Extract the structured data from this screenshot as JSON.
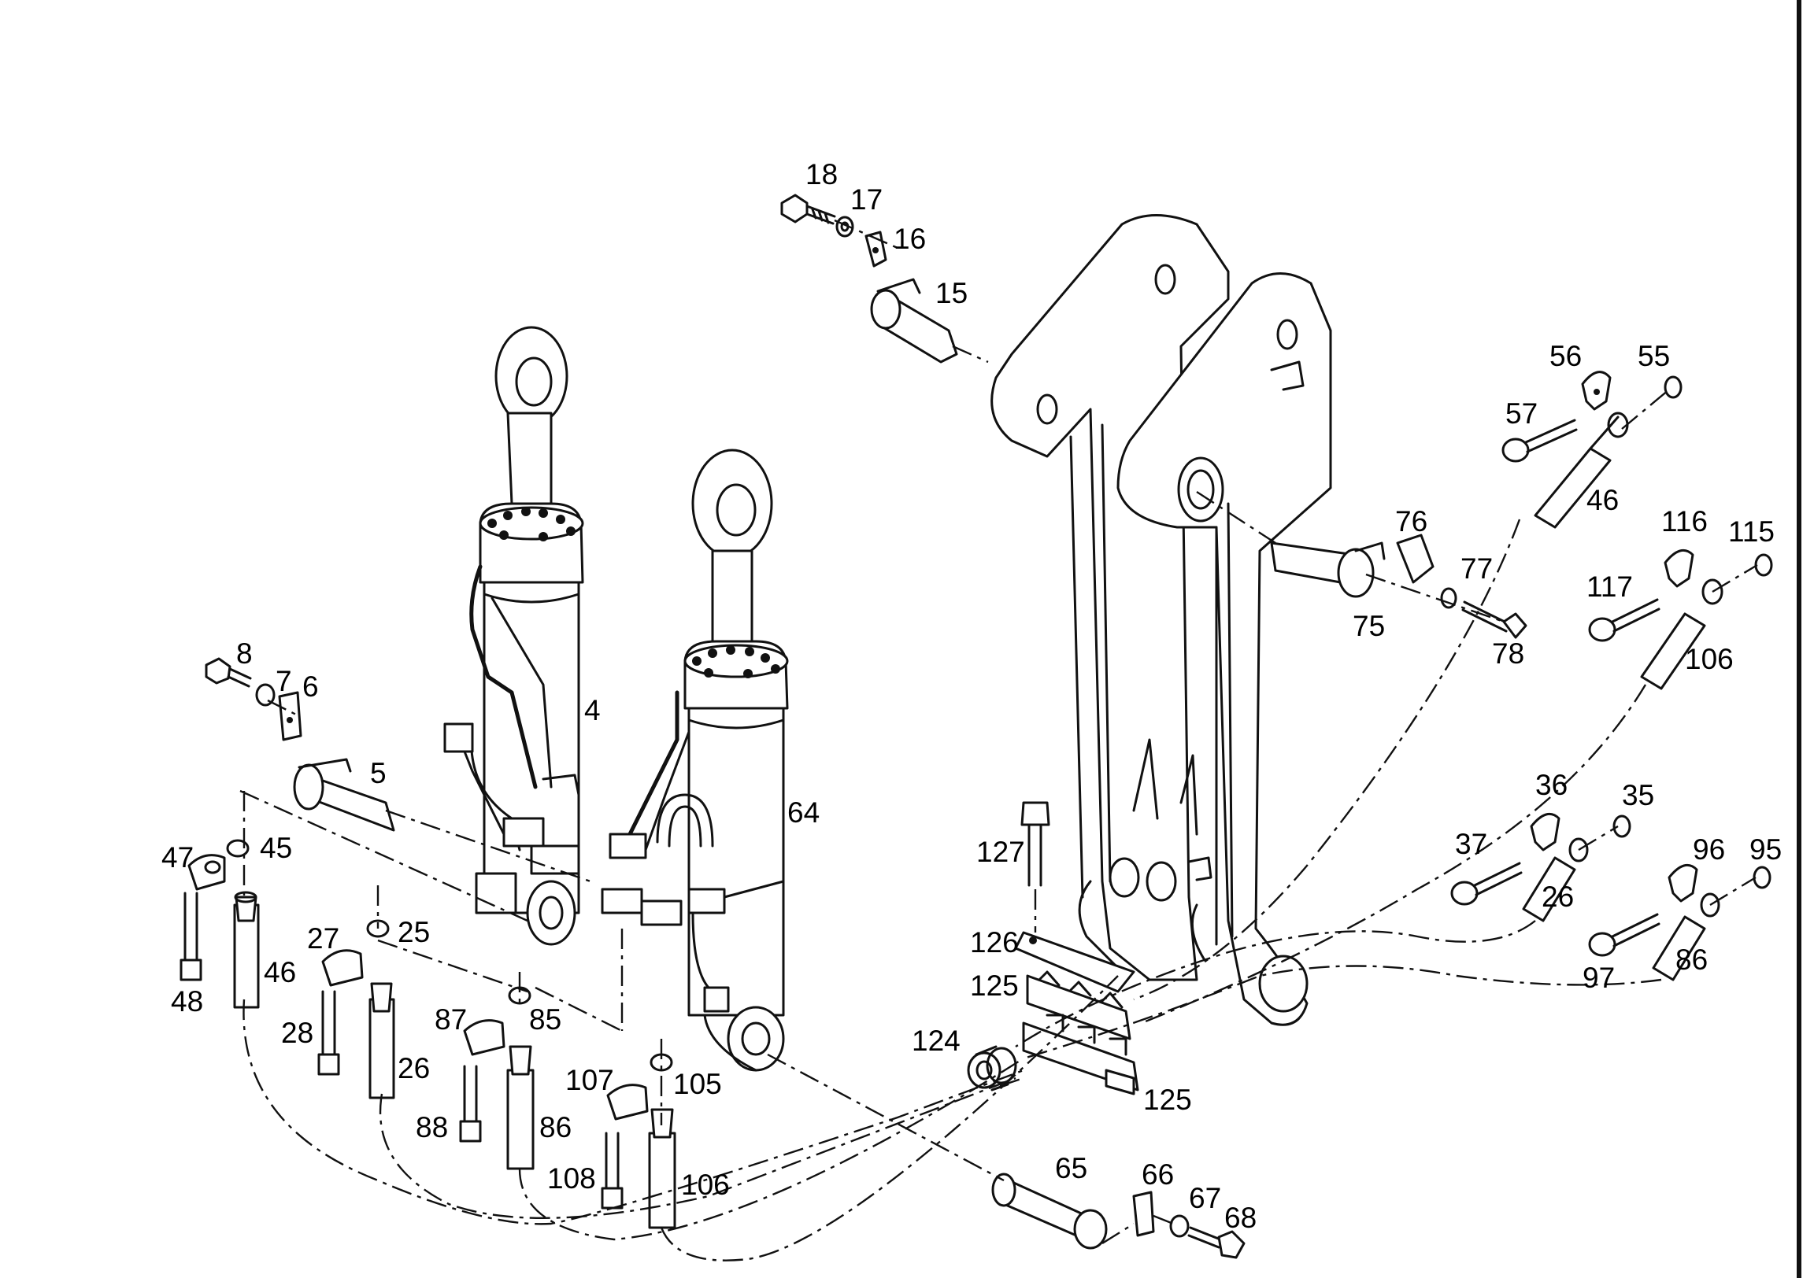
{
  "border_color": "#111111",
  "background_color": "#ffffff",
  "callouts": [
    {
      "id": "c18",
      "text": "18"
    },
    {
      "id": "c17",
      "text": "17"
    },
    {
      "id": "c16",
      "text": "16"
    },
    {
      "id": "c15",
      "text": "15"
    },
    {
      "id": "c56",
      "text": "56"
    },
    {
      "id": "c55",
      "text": "55"
    },
    {
      "id": "c57",
      "text": "57"
    },
    {
      "id": "c46a",
      "text": "46"
    },
    {
      "id": "c76",
      "text": "76"
    },
    {
      "id": "c77",
      "text": "77"
    },
    {
      "id": "c116",
      "text": "116"
    },
    {
      "id": "c115",
      "text": "115"
    },
    {
      "id": "c117",
      "text": "117"
    },
    {
      "id": "c75",
      "text": "75"
    },
    {
      "id": "c78",
      "text": "78"
    },
    {
      "id": "c106a",
      "text": "106"
    },
    {
      "id": "c8",
      "text": "8"
    },
    {
      "id": "c7",
      "text": "7"
    },
    {
      "id": "c6",
      "text": "6"
    },
    {
      "id": "c4",
      "text": "4"
    },
    {
      "id": "c5",
      "text": "5"
    },
    {
      "id": "c64",
      "text": "64"
    },
    {
      "id": "c36",
      "text": "36"
    },
    {
      "id": "c35",
      "text": "35"
    },
    {
      "id": "c37",
      "text": "37"
    },
    {
      "id": "c26a",
      "text": "26"
    },
    {
      "id": "c96",
      "text": "96"
    },
    {
      "id": "c95",
      "text": "95"
    },
    {
      "id": "c97",
      "text": "97"
    },
    {
      "id": "c86a",
      "text": "86"
    },
    {
      "id": "c127",
      "text": "127"
    },
    {
      "id": "c47",
      "text": "47"
    },
    {
      "id": "c45",
      "text": "45"
    },
    {
      "id": "c48",
      "text": "48"
    },
    {
      "id": "c46b",
      "text": "46"
    },
    {
      "id": "c27",
      "text": "27"
    },
    {
      "id": "c25",
      "text": "25"
    },
    {
      "id": "c28",
      "text": "28"
    },
    {
      "id": "c26b",
      "text": "26"
    },
    {
      "id": "c126",
      "text": "126"
    },
    {
      "id": "c125a",
      "text": "125"
    },
    {
      "id": "c87",
      "text": "87"
    },
    {
      "id": "c85",
      "text": "85"
    },
    {
      "id": "c88",
      "text": "88"
    },
    {
      "id": "c86b",
      "text": "86"
    },
    {
      "id": "c124",
      "text": "124"
    },
    {
      "id": "c125b",
      "text": "125"
    },
    {
      "id": "c107",
      "text": "107"
    },
    {
      "id": "c105",
      "text": "105"
    },
    {
      "id": "c108",
      "text": "108"
    },
    {
      "id": "c106b",
      "text": "106"
    },
    {
      "id": "c65",
      "text": "65"
    },
    {
      "id": "c66",
      "text": "66"
    },
    {
      "id": "c67",
      "text": "67"
    },
    {
      "id": "c68",
      "text": "68"
    }
  ]
}
